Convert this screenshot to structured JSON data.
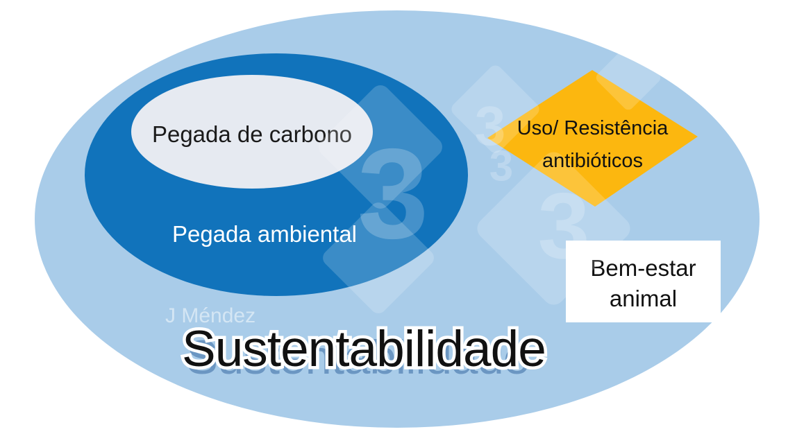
{
  "title": {
    "text": "Sustentabilidade"
  },
  "middle": {
    "label": "Pegada ambiental"
  },
  "inner": {
    "label": "Pegada de carbono"
  },
  "diamond": {
    "line1": "Uso/ Resistência",
    "line2": "antibióticos"
  },
  "box": {
    "line1": "Bem-estar",
    "line2": "animal"
  },
  "watermark": {
    "author": "J Méndez",
    "glyph": "3"
  },
  "colors": {
    "outer_blue": "#A9CCE9",
    "dark_blue": "#1173BB",
    "inner_gray": "#E6EAF1",
    "diamond_orange": "#FCB70F",
    "box_white": "#FFFFFF",
    "title_black": "#111111"
  }
}
